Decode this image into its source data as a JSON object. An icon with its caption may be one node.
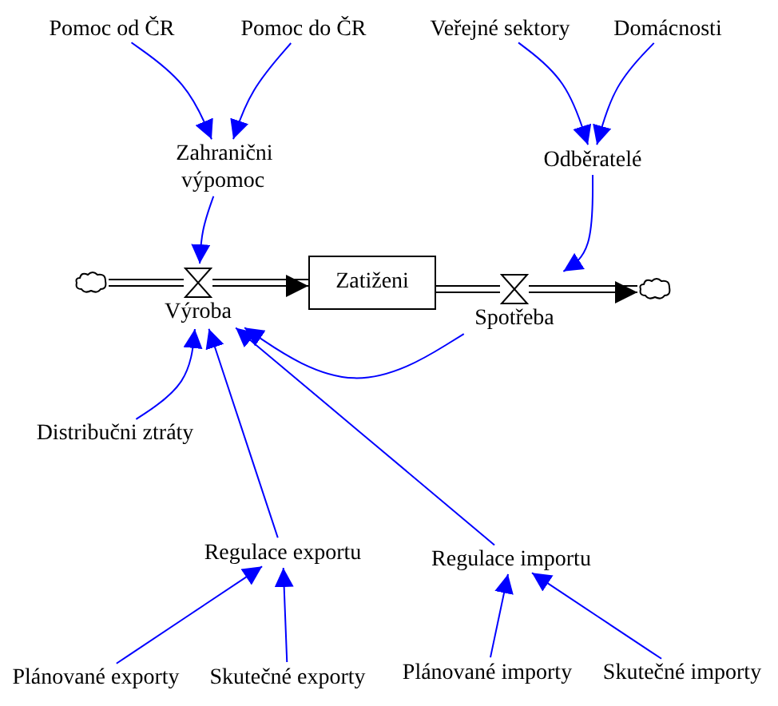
{
  "diagram": {
    "nodes": [
      {
        "text": [
          "Pomoc od ČR"
        ]
      },
      {
        "text": [
          "Pomoc do ČR"
        ]
      },
      {
        "text": [
          "Veřejné sektory"
        ]
      },
      {
        "text": [
          "Domácnosti"
        ]
      },
      {
        "text": [
          "Zahranični výpomoc"
        ]
      },
      {
        "text": [
          "Odběratelé"
        ]
      },
      {
        "text": [],
        "shape": "cloud"
      },
      {
        "text": [
          "Výroba"
        ]
      },
      {
        "text": [
          "Zatiženi"
        ]
      },
      {
        "text": [
          "Spotřeba"
        ]
      },
      {
        "text": [],
        "shape": "cloud"
      },
      {
        "text": [
          "Distribučni ztráty"
        ]
      },
      {
        "text": [
          "Regulace exportu"
        ]
      },
      {
        "text": [
          "Regulace importu"
        ]
      },
      {
        "text": [
          "Plánované exporty"
        ]
      },
      {
        "text": [
          "Skutečné exporty"
        ]
      },
      {
        "text": [
          "Plánované importy"
        ]
      },
      {
        "text": [
          "Skutečné importy"
        ]
      }
    ],
    "edges": [
      {
        "from": 0,
        "to": 4,
        "arrow": "to"
      },
      {
        "from": 1,
        "to": 4,
        "arrow": "to"
      },
      {
        "from": 2,
        "to": 5,
        "arrow": "to"
      },
      {
        "from": 3,
        "to": 5,
        "arrow": "to"
      },
      {
        "from": 4,
        "to": 7,
        "arrow": "to"
      },
      {
        "from": 5,
        "to": 9,
        "arrow": "to"
      },
      {
        "from": 9,
        "to": 7,
        "arrow": "to"
      },
      {
        "from": 11,
        "to": 7,
        "arrow": "to"
      },
      {
        "from": 12,
        "to": 7,
        "arrow": "to"
      },
      {
        "from": 13,
        "to": 7,
        "arrow": "to"
      },
      {
        "from": 14,
        "to": 12,
        "arrow": "to"
      },
      {
        "from": 15,
        "to": 12,
        "arrow": "to"
      },
      {
        "from": 16,
        "to": 13,
        "arrow": "to"
      },
      {
        "from": 17,
        "to": 13,
        "arrow": "to"
      },
      {
        "from": 6,
        "to": 7,
        "arrow": "none",
        "color": "#000000"
      },
      {
        "from": 7,
        "to": 8,
        "arrow": "to",
        "color": "#000000"
      },
      {
        "from": 8,
        "to": 9,
        "arrow": "none",
        "color": "#000000"
      },
      {
        "from": 9,
        "to": 10,
        "arrow": "to",
        "color": "#000000"
      }
    ]
  }
}
